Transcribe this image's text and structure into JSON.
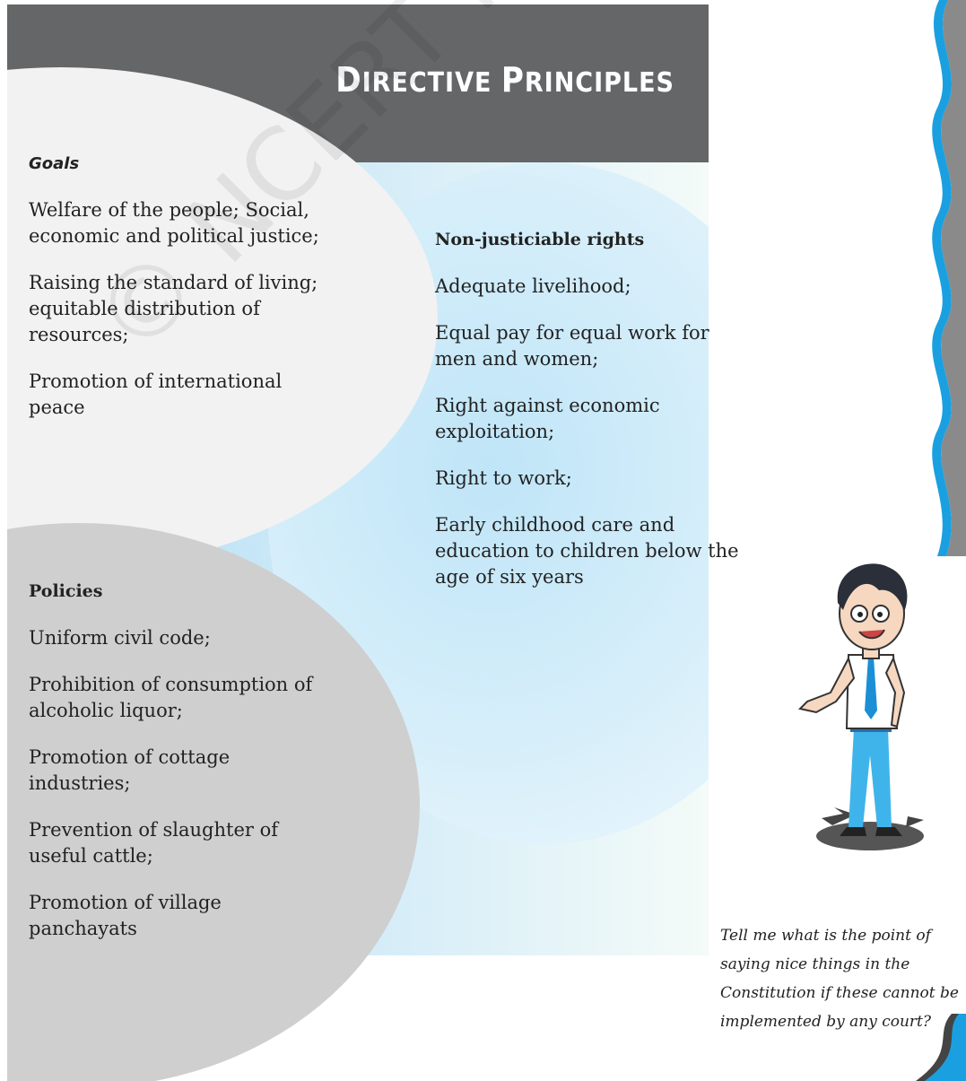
{
  "title": {
    "first_cap": "D",
    "rest": "IRECTIVE",
    "second_cap": "P",
    "second_rest": "RINCIPLES"
  },
  "goals": {
    "heading": "Goals",
    "items": [
      "Welfare of the people; Social, economic and political justice;",
      "Raising the standard of living; equitable distribution of  resources;",
      "Promotion of international peace"
    ]
  },
  "rights": {
    "heading": "Non-justiciable rights",
    "items": [
      "Adequate livelihood;",
      "Equal pay for equal work for men and women;",
      "Right against economic exploitation;",
      "Right to work;",
      "Early childhood care and education to children below the age of six years"
    ]
  },
  "policies": {
    "heading": "Policies",
    "items": [
      "Uniform civil code;",
      "Prohibition of consumption of alcoholic liquor;",
      "Promotion of cottage industries;",
      "Prevention of slaughter of useful cattle;",
      "Promotion of village panchayats"
    ]
  },
  "watermark": "© NCERT not to be republished",
  "caption": {
    "lines": [
      "Tell me what is the point of",
      "saying nice things in the",
      "Constitution if these cannot be",
      "implemented by any court?"
    ]
  },
  "colors": {
    "title_bar": "#656667",
    "accent_blue": "#1aa0e0",
    "policies_circle": "#cfcfcf"
  },
  "icons": [
    "cartoon-boy-illustration",
    "blue-wave-border"
  ]
}
